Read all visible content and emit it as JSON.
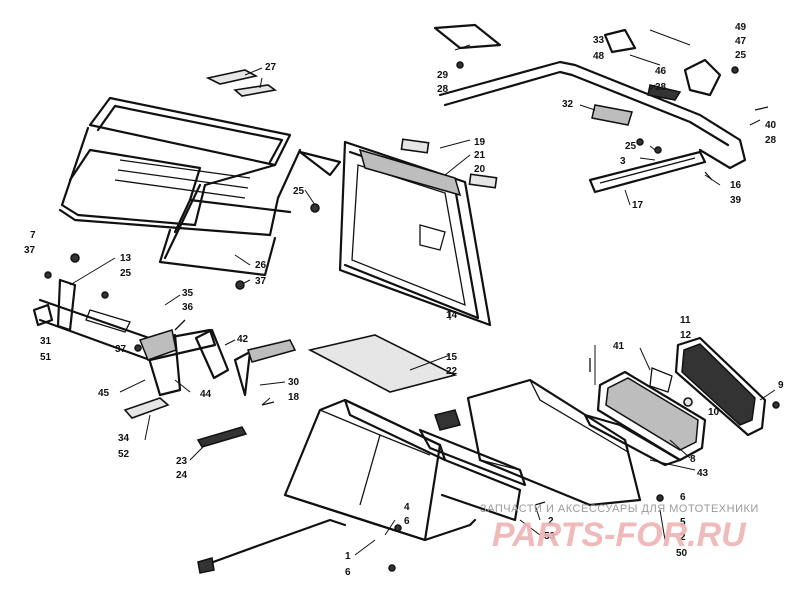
{
  "watermark": {
    "caption": "ЗАПЧАСТИ И АКСЕССУАРЫ ДЛЯ МОТОТЕХНИКИ",
    "logo": "PARTS-FOR.RU"
  },
  "callouts": {
    "c1": "1",
    "c2": "2",
    "c2b": "2",
    "c3": "3",
    "c4": "4",
    "c5": "5",
    "c6": "6",
    "c6b": "6",
    "c6c": "6",
    "c7": "7",
    "c8": "8",
    "c9": "9",
    "c10": "10",
    "c11": "11",
    "c12": "12",
    "c13": "13",
    "c14": "14",
    "c15": "15",
    "c16": "16",
    "c17": "17",
    "c18": "18",
    "c19": "19",
    "c20": "20",
    "c21": "21",
    "c22": "22",
    "c23": "23",
    "c24": "24",
    "c25a": "25",
    "c25b": "25",
    "c25c": "25",
    "c25d": "25",
    "c26": "26",
    "c27": "27",
    "c28a": "28",
    "c28b": "28",
    "c29": "29",
    "c30": "30",
    "c31": "31",
    "c32": "32",
    "c33": "33",
    "c34": "34",
    "c35": "35",
    "c36": "36",
    "c37a": "37",
    "c37b": "37",
    "c37c": "37",
    "c38": "38",
    "c39": "39",
    "c40": "40",
    "c41": "41",
    "c42": "42",
    "c43": "43",
    "c44": "44",
    "c45": "45",
    "c46": "46",
    "c47": "47",
    "c48": "48",
    "c49": "49",
    "c50": "50",
    "c51": "51",
    "c52": "52",
    "c53": "53"
  }
}
